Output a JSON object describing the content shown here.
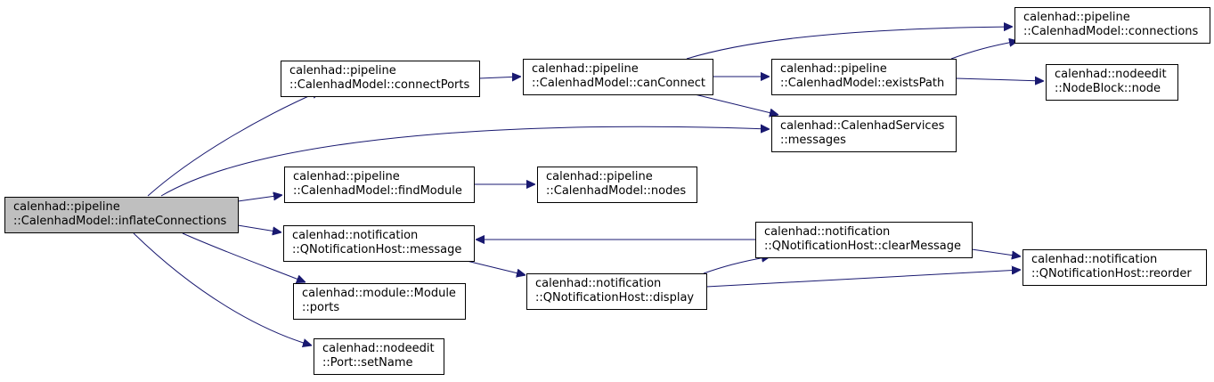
{
  "graph": {
    "type": "call-graph",
    "edge_color": "#191970",
    "root_fill": "#bfbfbf",
    "nodes": [
      {
        "id": "inflate",
        "lines": [
          "calenhad::pipeline",
          "::CalenhadModel::inflateConnections"
        ],
        "root": true
      },
      {
        "id": "connectPorts",
        "lines": [
          "calenhad::pipeline",
          "::CalenhadModel::connectPorts"
        ]
      },
      {
        "id": "canConnect",
        "lines": [
          "calenhad::pipeline",
          "::CalenhadModel::canConnect"
        ]
      },
      {
        "id": "connections",
        "lines": [
          "calenhad::pipeline",
          "::CalenhadModel::connections"
        ]
      },
      {
        "id": "existsPath",
        "lines": [
          "calenhad::pipeline",
          "::CalenhadModel::existsPath"
        ]
      },
      {
        "id": "nodeblock",
        "lines": [
          "calenhad::nodeedit",
          "::NodeBlock::node"
        ]
      },
      {
        "id": "messages",
        "lines": [
          "calenhad::CalenhadServices",
          "::messages"
        ]
      },
      {
        "id": "findModule",
        "lines": [
          "calenhad::pipeline",
          "::CalenhadModel::findModule"
        ]
      },
      {
        "id": "nodes",
        "lines": [
          "calenhad::pipeline",
          "::CalenhadModel::nodes"
        ]
      },
      {
        "id": "message",
        "lines": [
          "calenhad::notification",
          "::QNotificationHost::message"
        ]
      },
      {
        "id": "clearMessage",
        "lines": [
          "calenhad::notification",
          "::QNotificationHost::clearMessage"
        ]
      },
      {
        "id": "reorder",
        "lines": [
          "calenhad::notification",
          "::QNotificationHost::reorder"
        ]
      },
      {
        "id": "display",
        "lines": [
          "calenhad::notification",
          "::QNotificationHost::display"
        ]
      },
      {
        "id": "ports",
        "lines": [
          "calenhad::module::Module",
          "::ports"
        ]
      },
      {
        "id": "setName",
        "lines": [
          "calenhad::nodeedit",
          "::Port::setName"
        ]
      }
    ],
    "edges": [
      {
        "from": "inflate",
        "to": "connectPorts"
      },
      {
        "from": "inflate",
        "to": "messages"
      },
      {
        "from": "inflate",
        "to": "findModule"
      },
      {
        "from": "inflate",
        "to": "message"
      },
      {
        "from": "inflate",
        "to": "ports"
      },
      {
        "from": "inflate",
        "to": "setName"
      },
      {
        "from": "connectPorts",
        "to": "canConnect"
      },
      {
        "from": "canConnect",
        "to": "connections"
      },
      {
        "from": "canConnect",
        "to": "existsPath"
      },
      {
        "from": "canConnect",
        "to": "messages"
      },
      {
        "from": "existsPath",
        "to": "connections"
      },
      {
        "from": "existsPath",
        "to": "nodeblock"
      },
      {
        "from": "findModule",
        "to": "nodes"
      },
      {
        "from": "message",
        "to": "display"
      },
      {
        "from": "display",
        "to": "clearMessage"
      },
      {
        "from": "display",
        "to": "reorder"
      },
      {
        "from": "clearMessage",
        "to": "message"
      },
      {
        "from": "clearMessage",
        "to": "reorder"
      }
    ]
  }
}
